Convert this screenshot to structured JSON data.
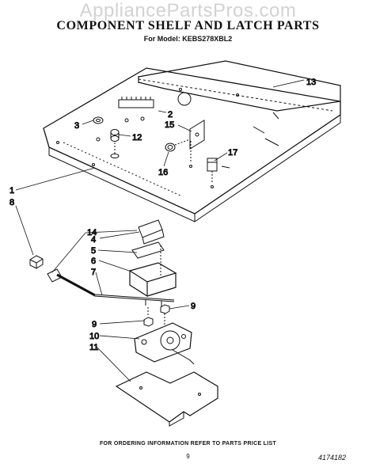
{
  "watermark": "AppliancePartsPros.com",
  "title": "COMPONENT SHELF AND LATCH PARTS",
  "model_line": "For Model: KEBS278XBL2",
  "callouts": [
    "13",
    "2",
    "3",
    "15",
    "12",
    "17",
    "16",
    "1",
    "8",
    "14",
    "4",
    "5",
    "6",
    "7",
    "9",
    "9",
    "10",
    "11"
  ],
  "footer": "FOR ORDERING INFORMATION REFER TO PARTS PRICE LIST",
  "page_number": "9",
  "doc_number": "4174182"
}
